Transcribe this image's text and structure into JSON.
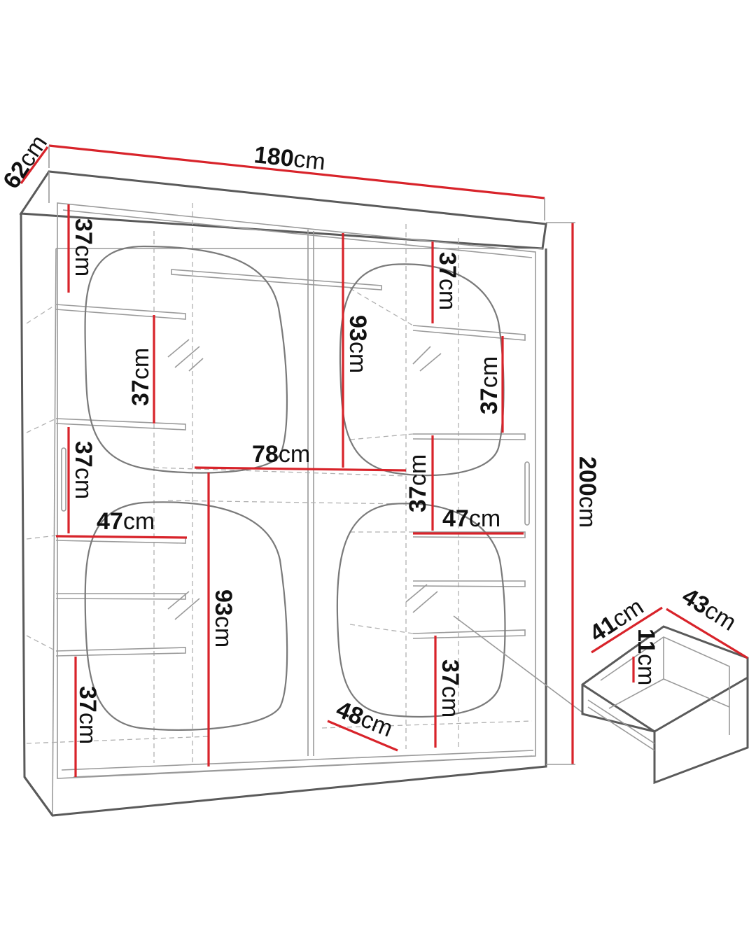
{
  "unit": "cm",
  "colors": {
    "dimension_line": "#d8232a",
    "outline": "#5a5a5a",
    "label": "#111111"
  },
  "dimensions": {
    "width": "180",
    "depth": "62",
    "height": "200",
    "left_top_shelf": "37",
    "left_mid_shelf": "37",
    "left_lower_shelf": "37",
    "left_bottom_shelf": "37",
    "left_shelf_width": "47",
    "hanging_upper": "93",
    "hanging_lower": "93",
    "rail_width": "78",
    "right_top_shelf": "37",
    "right_upper_shelf": "37",
    "right_mid_shelf": "37",
    "right_bottom_shelf": "37",
    "right_shelf_width": "47",
    "inner_depth": "48",
    "drawer_depth": "41",
    "drawer_width": "43",
    "drawer_height": "11"
  }
}
